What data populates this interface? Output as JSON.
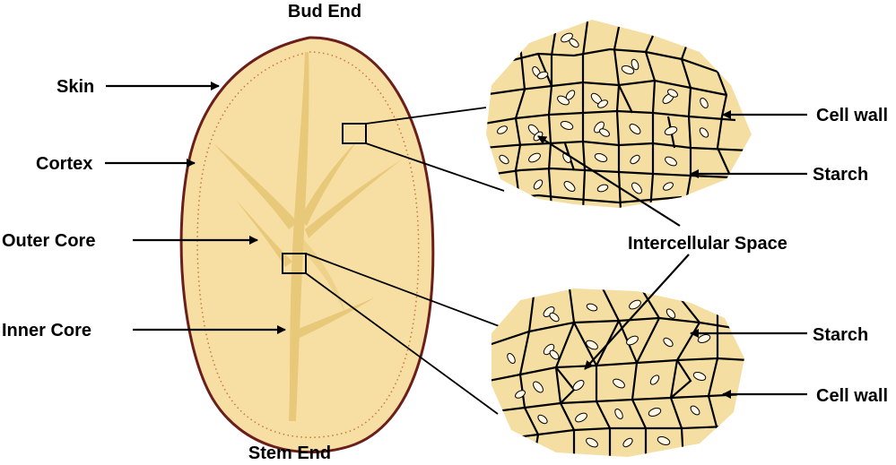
{
  "labels": {
    "bud_end": "Bud End",
    "stem_end": "Stem End",
    "skin": "Skin",
    "cortex": "Cortex",
    "outer_core": "Outer Core",
    "inner_core": "Inner Core",
    "cell_wall_top": "Cell wall",
    "starch_top": "Starch",
    "intercellular_space": "Intercellular Space",
    "starch_bottom": "Starch",
    "cell_wall_bottom": "Cell wall"
  },
  "colors": {
    "tuber_fill": "#f7dfa4",
    "skin": "#6b1e1a",
    "vascular": "#e8c97a",
    "cell_fill": "#f5dea2",
    "line": "#000000"
  }
}
